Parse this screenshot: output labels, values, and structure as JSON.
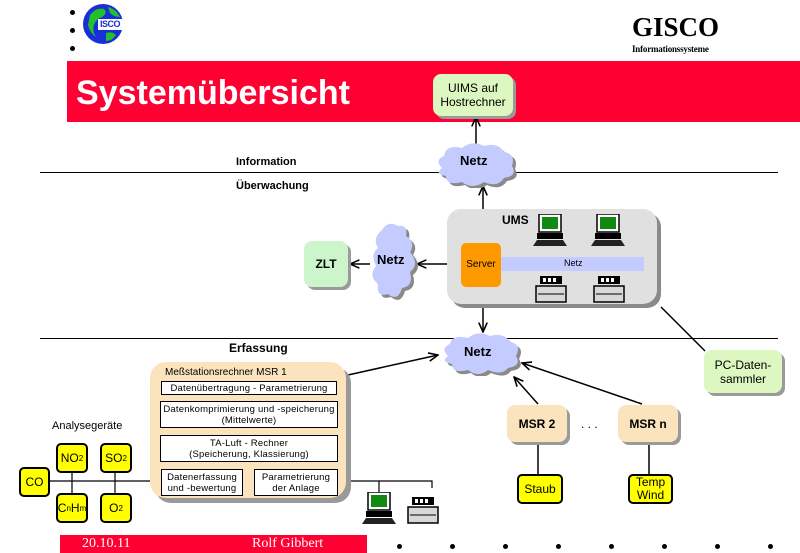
{
  "header": {
    "logo_text": "ISCO",
    "brand": "GISCO",
    "brand_subtitle": "Informationssysteme",
    "title": "Systemübersicht"
  },
  "colors": {
    "accent_red": "#ff0033",
    "green_box": "#ddf7c0",
    "peach_box": "#fbe3bd",
    "sensor_yellow": "#ffff00",
    "cloud_blue": "#c4ccff",
    "server_orange": "#ff9900",
    "ums_gray": "#e0e0e0"
  },
  "sections": {
    "information": "Information",
    "ueberwachung": "Überwachung",
    "erfassung": "Erfassung"
  },
  "nodes": {
    "uims": "UIMS auf Hostrechner",
    "uims_line1": "UIMS auf",
    "uims_line2": "Hostrechner",
    "netz_top": "Netz",
    "netz_left": "Netz",
    "netz_bottom": "Netz",
    "zlt": "ZLT",
    "ums": "UMS",
    "server": "Server",
    "ums_netz": "Netz",
    "pc_line1": "PC-Daten-",
    "pc_line2": "sammler",
    "msr2": "MSR 2",
    "msrn": "MSR n",
    "ellipsis": ". . .",
    "staub": "Staub",
    "temp_line1": "Temp",
    "temp_line2": "Wind"
  },
  "msr1": {
    "title": "Meßstationsrechner MSR 1",
    "functions": [
      "Datenübertragung - Parametrierung",
      "Datenkomprimierung und -speicherung (Mittelwerte)",
      "TA-Luft - Rechner (Speicherung, Klassierung)",
      "Datenerfassung und -bewertung",
      "Parametrierung der Anlage"
    ],
    "f2_line1": "Datenkomprimierung und -speicherung",
    "f2_line2": "(Mittelwerte)",
    "f3_line1": "TA-Luft - Rechner",
    "f3_line2": "(Speicherung, Klassierung)",
    "f4_line1": "Datenerfassung",
    "f4_line2": "und -bewertung",
    "f5_line1": "Parametrierung",
    "f5_line2": "der Anlage"
  },
  "analyzers": {
    "label": "Analysegeräte",
    "co": "CO",
    "no2": "NO",
    "no2_sub": "2",
    "so2": "SO",
    "so2_sub": "2",
    "cnhm_c": "C",
    "cnhm_n": "n",
    "cnhm_h": "H",
    "cnhm_m": "m",
    "o2": "O",
    "o2_sub": "2"
  },
  "footer": {
    "date": "20.10.11",
    "author": "Rolf Gibbert"
  }
}
